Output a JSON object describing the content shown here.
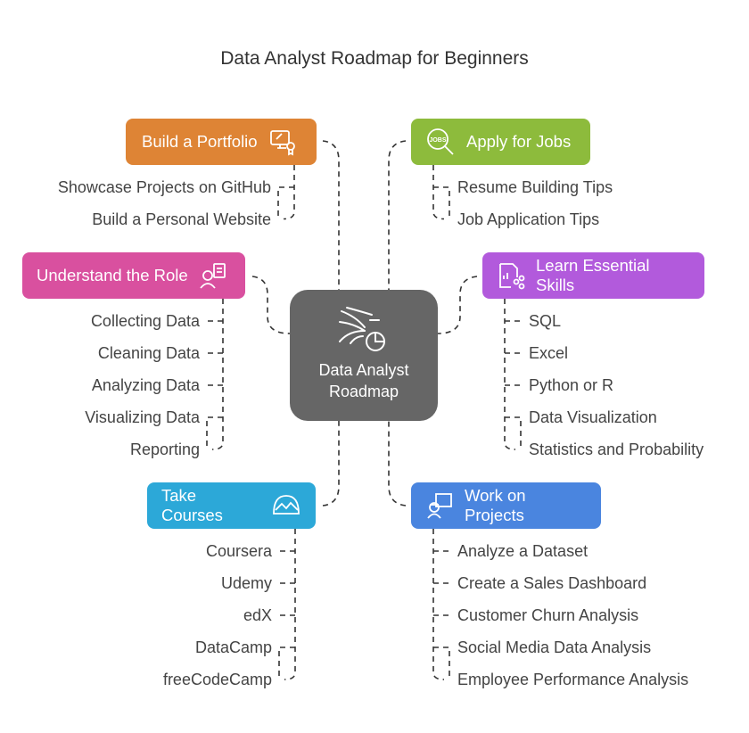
{
  "title": "Data Analyst Roadmap for Beginners",
  "center": {
    "line1": "Data Analyst",
    "line2": "Roadmap",
    "icon": "data-flow-pie-icon"
  },
  "branches": {
    "portfolio": {
      "label": "Build a Portfolio",
      "color": "#DE8435",
      "icon": "certificate-monitor-icon",
      "items": [
        "Showcase Projects on GitHub",
        "Build a Personal Website"
      ]
    },
    "jobs": {
      "label": "Apply for Jobs",
      "color": "#8DBB3C",
      "icon": "jobs-search-icon",
      "items": [
        "Resume Building Tips",
        "Job Application Tips"
      ]
    },
    "role": {
      "label": "Understand the Role",
      "color": "#D9509F",
      "icon": "person-clipboard-icon",
      "items": [
        "Collecting Data",
        "Cleaning Data",
        "Analyzing Data",
        "Visualizing Data",
        "Reporting"
      ]
    },
    "skills": {
      "label": "Learn Essential Skills",
      "color": "#B25ADC",
      "icon": "chart-document-network-icon",
      "items": [
        "SQL",
        "Excel",
        "Python or R",
        "Data Visualization",
        "Statistics and Probability"
      ]
    },
    "courses": {
      "label": "Take Courses",
      "color": "#2CA8D8",
      "icon": "mountains-icon",
      "items": [
        "Coursera",
        "Udemy",
        "edX",
        "DataCamp",
        "freeCodeCamp"
      ]
    },
    "projects": {
      "label": "Work on Projects",
      "color": "#4A85DF",
      "icon": "worker-blueprint-icon",
      "items": [
        "Analyze a Dataset",
        "Create a Sales Dashboard",
        "Customer Churn Analysis",
        "Social Media Data Analysis",
        "Employee Performance Analysis"
      ]
    }
  }
}
